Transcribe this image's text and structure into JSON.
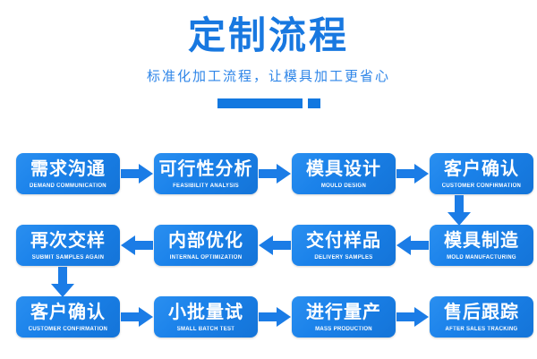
{
  "header": {
    "title": "定制流程",
    "subtitle": "标准化加工流程，让模具加工更省心",
    "accent_color": "#1278e0",
    "divider_bar_name": "divider-bar",
    "divider_square_name": "divider-square"
  },
  "flow": {
    "box_color_start": "#2a8ff0",
    "box_color_end": "#1474d8",
    "arrow_color": "#1b7ce6",
    "rows": [
      {
        "direction": "right",
        "boxes": [
          {
            "cn": "需求沟通",
            "en": "DEMAND COMMUNICATION"
          },
          {
            "cn": "可行性分析",
            "en": "FEASIBILITY ANALYSIS"
          },
          {
            "cn": "模具设计",
            "en": "MOULD DESIGN"
          },
          {
            "cn": "客户确认",
            "en": "CUSTOMER CONFIRMATION"
          }
        ]
      },
      {
        "direction": "left",
        "boxes": [
          {
            "cn": "再次交样",
            "en": "SUBMIT SAMPLES AGAIN"
          },
          {
            "cn": "内部优化",
            "en": "INTERNAL OPTIMIZATION"
          },
          {
            "cn": "交付样品",
            "en": "DELIVERY SAMPLES"
          },
          {
            "cn": "模具制造",
            "en": "MOLD MANUFACTURING"
          }
        ]
      },
      {
        "direction": "right",
        "boxes": [
          {
            "cn": "客户确认",
            "en": "CUSTOMER CONFIRMATION"
          },
          {
            "cn": "小批量试",
            "en": "SMALL BATCH TEST"
          },
          {
            "cn": "进行量产",
            "en": "MASS PRODUCTION"
          },
          {
            "cn": "售后跟踪",
            "en": "AFTER SALES TRACKING"
          }
        ]
      }
    ],
    "connectors": [
      {
        "name": "connector-row1-to-row2",
        "direction": "down",
        "side": "right"
      },
      {
        "name": "connector-row2-to-row3",
        "direction": "down",
        "side": "left"
      }
    ]
  }
}
